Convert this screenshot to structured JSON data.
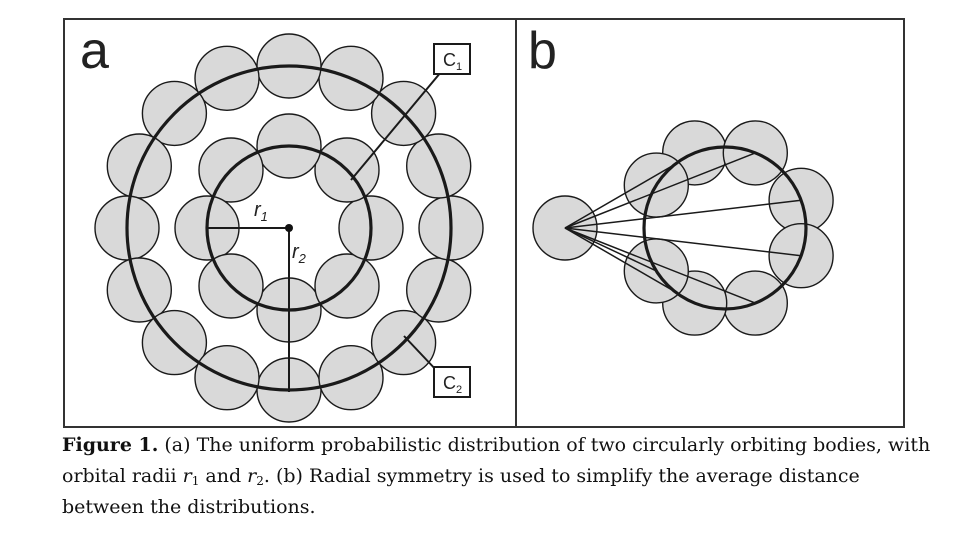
{
  "panels": {
    "a": {
      "label": "a",
      "c1_label": "C",
      "c1_sub": "1",
      "c2_label": "C",
      "c2_sub": "2",
      "r1_label": "r",
      "r1_sub": "1",
      "r2_label": "r",
      "r2_sub": "2"
    },
    "b": {
      "label": "b"
    }
  },
  "caption": {
    "heading": "Figure 1.",
    "part1": " (a) The uniform probabilistic distribution of two circularly orbiting bodies, with orbital radii ",
    "r": "r",
    "sub1": "1",
    "and": " and ",
    "sub2": "2",
    "part2": ". (b) Radial symmetry is used to simplify the average distance between the distributions."
  },
  "colors": {
    "circle_fill": "#d9d9d9",
    "stroke": "#1a1a1a",
    "frame": "#333333"
  }
}
